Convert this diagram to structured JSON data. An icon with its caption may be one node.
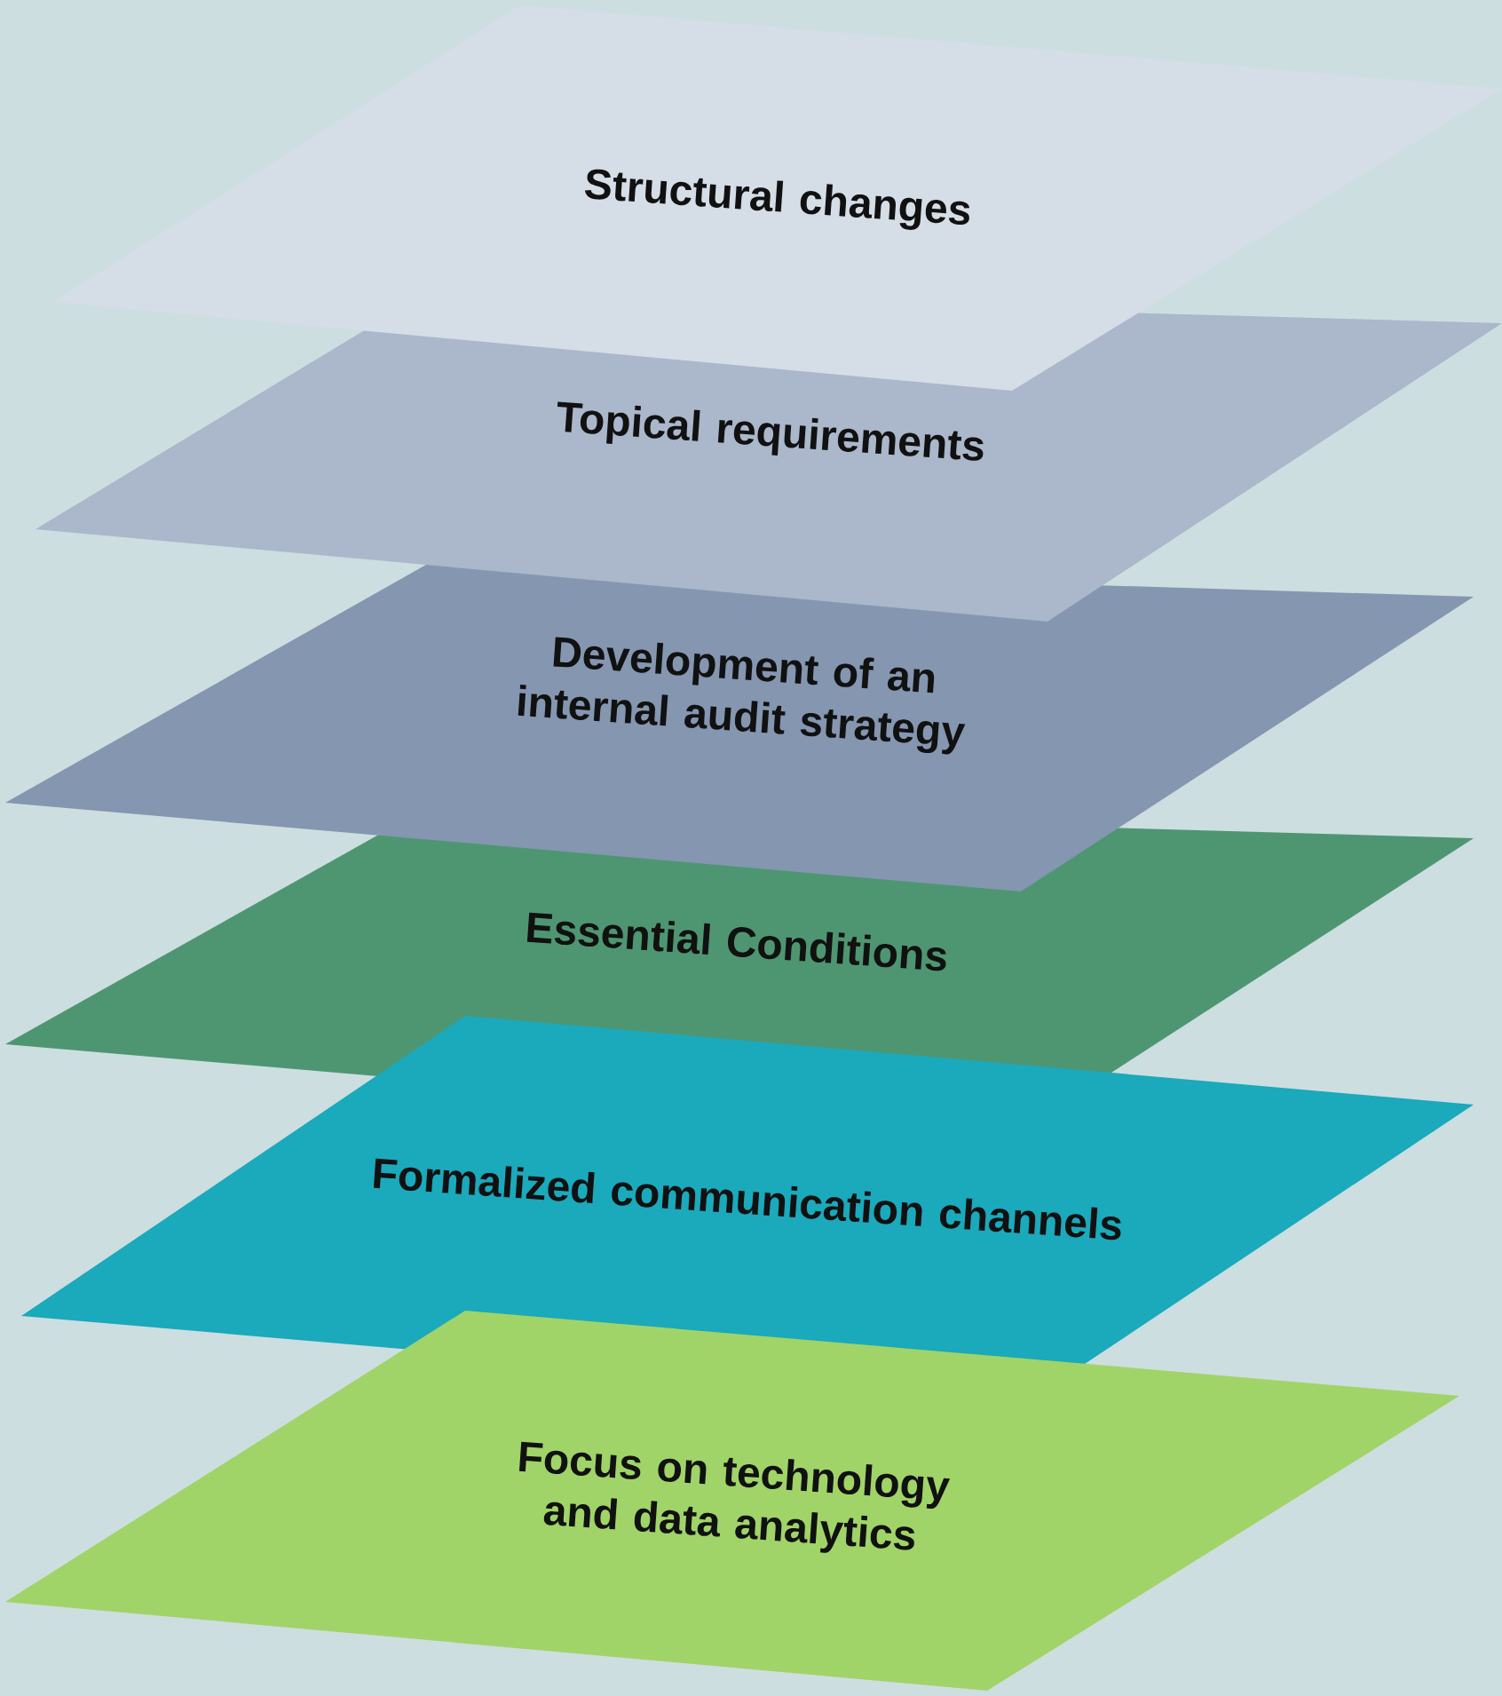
{
  "diagram": {
    "nodes": [
      {
        "text": [
          "Structural changes"
        ]
      },
      {
        "text": [
          "Topical requirements"
        ]
      },
      {
        "text": [
          "Development of an internal audit strategy"
        ]
      },
      {
        "text": [
          "Essential Conditions"
        ]
      },
      {
        "text": [
          "Formalized communication channels"
        ]
      },
      {
        "text": [
          "Focus on technology and data analytics"
        ]
      }
    ]
  }
}
